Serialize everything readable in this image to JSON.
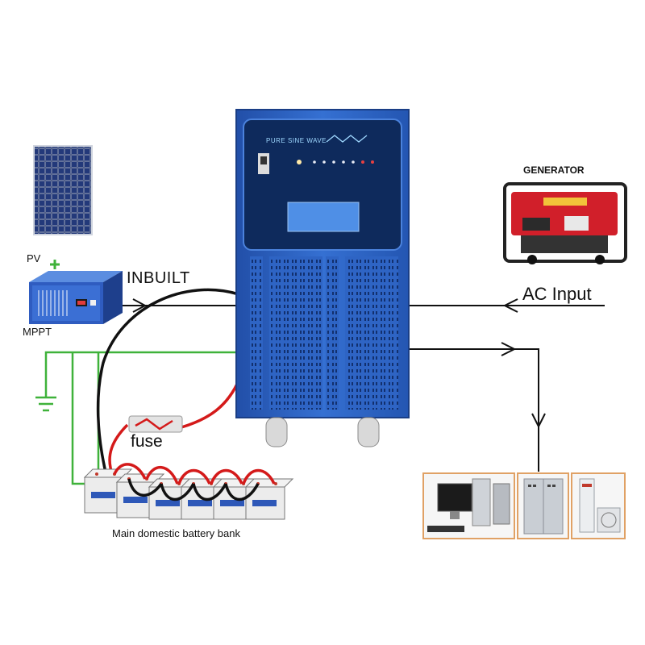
{
  "labels": {
    "pv": "PV",
    "mppt": "MPPT",
    "inbuilt": "INBUILT",
    "ac_input": "AC Input",
    "generator": "GENERATOR",
    "fuse": "fuse",
    "battery_caption": "Main domestic battery bank",
    "inverter_panel": "PURE SINE WAVE"
  },
  "colors": {
    "inverter_blue": "#2e64c4",
    "ground_wire": "#3fb23a",
    "red_wire": "#d41a1a",
    "black_wire": "#111111",
    "generator_red": "#d11f2a"
  },
  "icons": [
    "solar-panel-icon",
    "mppt-controller-icon",
    "generator-icon",
    "battery-icon",
    "ground-icon",
    "computer-icon",
    "server-cabinet-icon",
    "air-conditioner-icon"
  ]
}
